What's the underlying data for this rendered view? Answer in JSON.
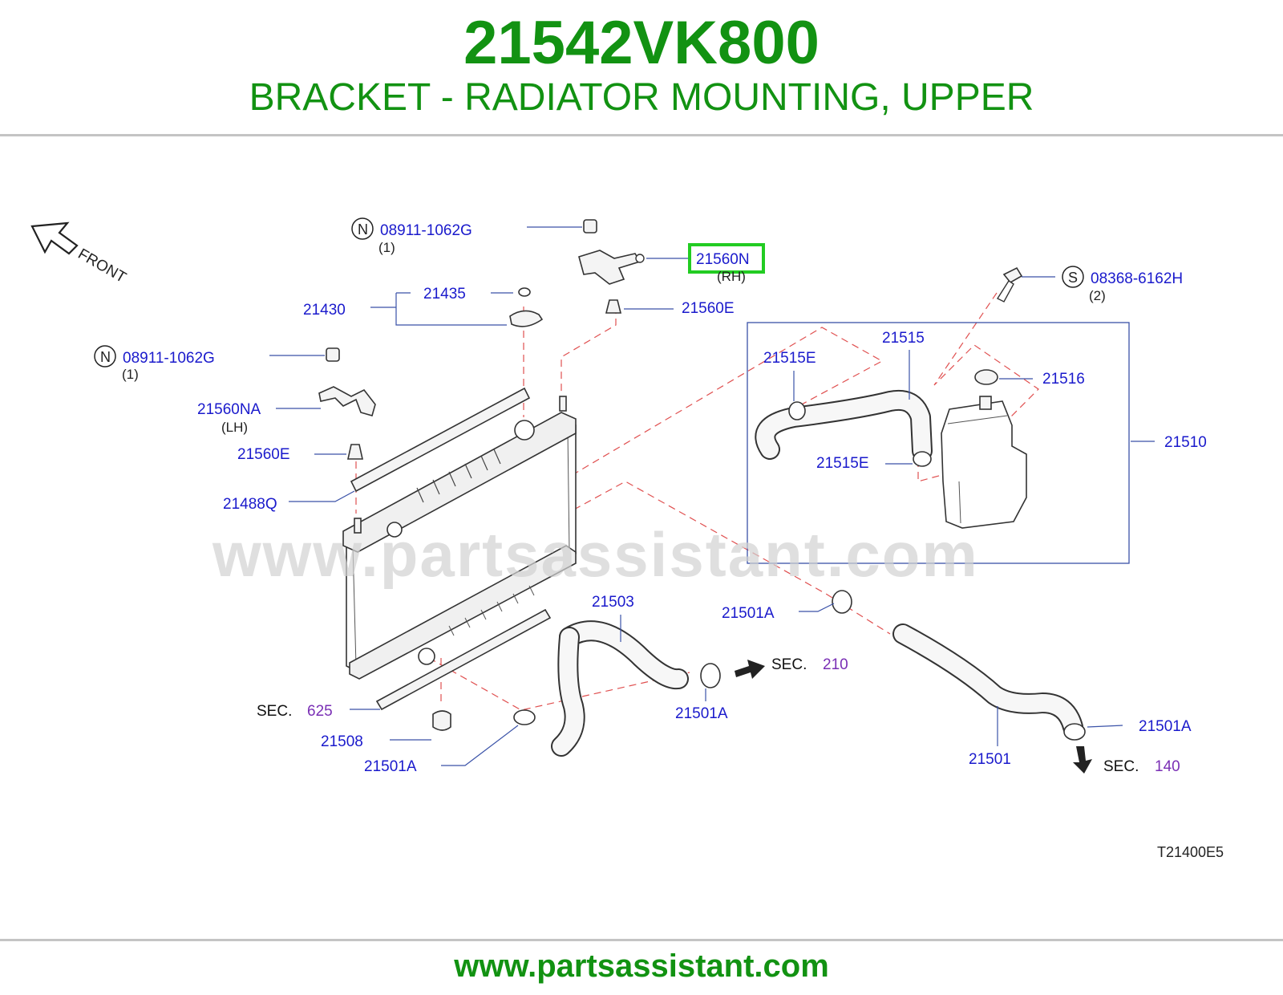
{
  "header": {
    "part_number": "21542VK800",
    "part_name": "BRACKET - RADIATOR MOUNTING, UPPER"
  },
  "footer": {
    "url": "www.partsassistant.com"
  },
  "diagram": {
    "front_label": "FRONT",
    "watermark": "www.partsassistant.com",
    "drawing_code": "T21400E5",
    "highlight_color": "#22cc22",
    "labels": {
      "nut_top": "08911-1062G",
      "nut_top_qty": "(1)",
      "nut_top_sym": "N",
      "nut_left": "08911-1062G",
      "nut_left_qty": "(1)",
      "nut_left_sym": "N",
      "screw": "08368-6162H",
      "screw_qty": "(2)",
      "screw_sym": "S",
      "bracket_rh": "21560N",
      "bracket_rh_side": "(RH)",
      "bracket_lh": "21560NA",
      "bracket_lh_side": "(LH)",
      "mount_rh": "21560E",
      "mount_lh": "21560E",
      "cap_seal": "21435",
      "cap": "21430",
      "seal_strip": "21488Q",
      "reservoir_hose": "21515",
      "reservoir_clamp_top": "21515E",
      "reservoir_clamp_bottom": "21515E",
      "reservoir_cap": "21516",
      "reservoir_tank": "21510",
      "hose_lower": "21503",
      "hose_upper": "21501",
      "clamp_center": "21501A",
      "clamp_lower_center": "21501A",
      "clamp_lower_left": "21501A",
      "clamp_right": "21501A",
      "lower_mount": "21508",
      "sec_left": "SEC.",
      "sec_left_num": "625",
      "sec_center": "SEC.",
      "sec_center_num": "210",
      "sec_right": "SEC.",
      "sec_right_num": "140"
    }
  }
}
